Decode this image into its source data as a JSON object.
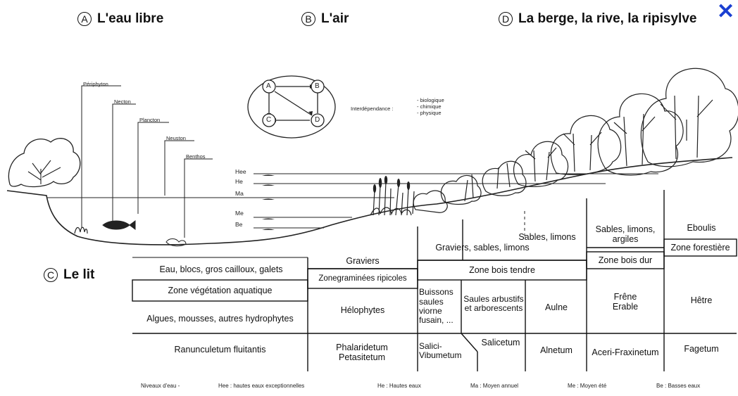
{
  "headings": {
    "a": {
      "letter": "A",
      "text": "L'eau libre"
    },
    "b": {
      "letter": "B",
      "text": "L'air"
    },
    "d": {
      "letter": "D",
      "text": "La berge, la rive, la ripisylve"
    },
    "c": {
      "letter": "C",
      "text": "Le lit"
    }
  },
  "close_glyph": "✕",
  "communities": {
    "periphyton": "Périphyton",
    "necton": "Necton",
    "plancton": "Plancton",
    "neuston": "Neuston",
    "benthos": "Benthos"
  },
  "interdependance": {
    "label": "Interdépendance :",
    "items": [
      "- biologique",
      "- chimique",
      "- physique"
    ],
    "nodes": [
      "A",
      "B",
      "C",
      "D"
    ]
  },
  "water_levels": [
    "Hee",
    "He",
    "Ma",
    "Me",
    "Be"
  ],
  "substrate": {
    "col1": "Eau, blocs, gros cailloux, galets",
    "col2": "Graviers",
    "col3": "Graviers, sables, limons",
    "col4": "Sables, limons",
    "col5": "Sables, limons, argiles",
    "col6": "Eboulis"
  },
  "zones": {
    "z1": "Zone végétation aquatique",
    "z2": "Zonegraminées ripicoles",
    "z3": "Zone bois tendre",
    "z4": "Zone bois dur",
    "z5": "Zone forestière"
  },
  "vegetation": {
    "v1": "Algues, mousses, autres hydrophytes",
    "v2": "Hélophytes",
    "v3": "Buissons saules viorne fusain, ...",
    "v4": "Saules arbustifs et arborescents",
    "v5": "Aulne",
    "v6": "Frêne Erable",
    "v7": "Hêtre"
  },
  "associations": {
    "a1": "Ranunculetum fluitantis",
    "a2": "Phalaridetum Petasitetum",
    "a3": "Salici-Vibumetum",
    "a4": "Salicetum",
    "a5": "Alnetum",
    "a6": "Aceri-Fraxinetum",
    "a7": "Fagetum"
  },
  "legend": {
    "title": "Niveaux d'eau -",
    "hee": "Hee : hautes eaux exceptionnelles",
    "he": "He : Hautes eaux",
    "ma": "Ma : Moyen annuel",
    "me": "Me : Moyen été",
    "be": "Be : Basses eaux"
  }
}
